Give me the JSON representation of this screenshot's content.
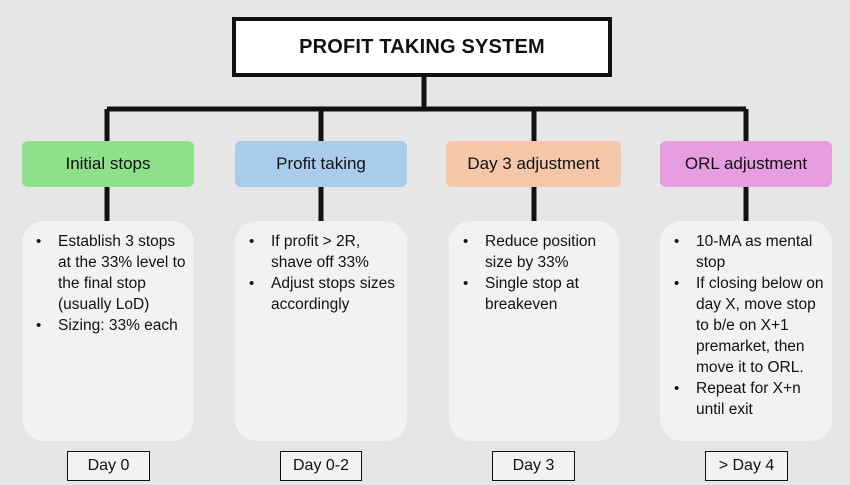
{
  "title": "PROFIT TAKING SYSTEM",
  "columns": [
    {
      "header": "Initial stops",
      "color": "#8ee08a",
      "bullets": [
        "Establish 3 stops at the 33% level to the final stop (usually LoD)",
        "Sizing: 33% each"
      ],
      "day": "Day 0"
    },
    {
      "header": "Profit taking",
      "color": "#a9cbec",
      "bullets": [
        "If profit > 2R, shave off 33%",
        "Adjust stops sizes accordingly"
      ],
      "day": "Day 0-2"
    },
    {
      "header": "Day 3 adjustment",
      "color": "#f6c6a8",
      "bullets": [
        "Reduce position size by 33%",
        "Single stop at breakeven"
      ],
      "day": "Day 3"
    },
    {
      "header": "ORL adjustment",
      "color": "#e79ee0",
      "bullets": [
        "10-MA as mental stop",
        "If closing below on day X, move stop to b/e on X+1 premarket, then move it to ORL.",
        "Repeat for X+n until exit"
      ],
      "day": "> Day 4"
    }
  ]
}
